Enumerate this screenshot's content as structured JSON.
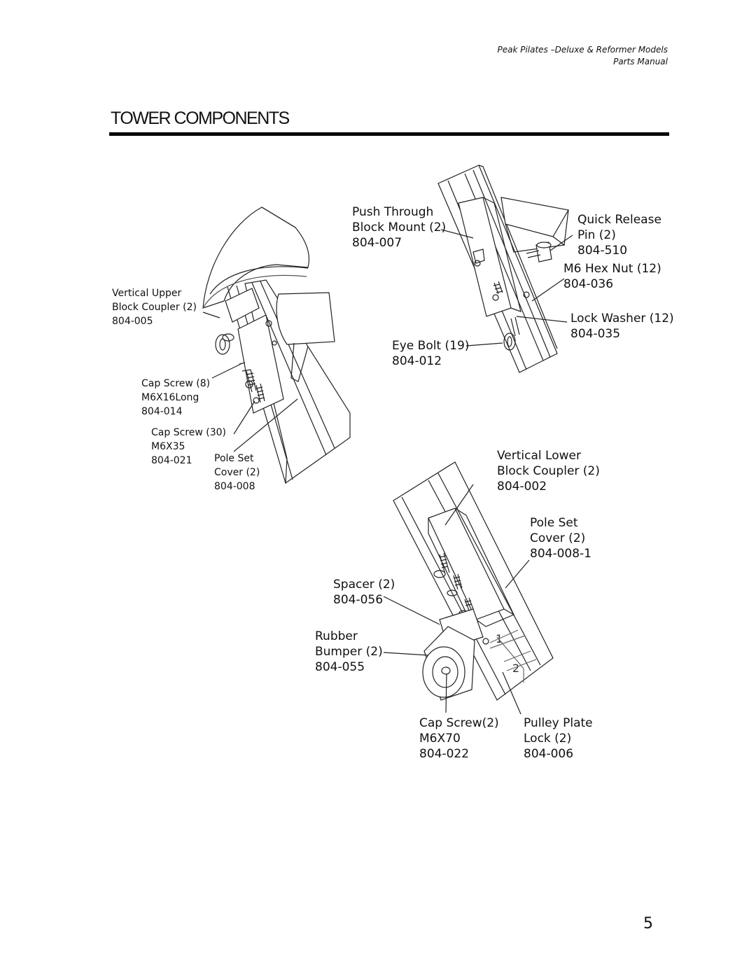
{
  "header": {
    "line1": "Peak Pilates –Deluxe & Reformer Models",
    "line2": "Parts Manual"
  },
  "title": "TOWER COMPONENTS",
  "labels": {
    "vertical_upper": {
      "l1": "Vertical Upper",
      "l2": "Block Coupler (2)",
      "l3": "804-005"
    },
    "cap_screw_8": {
      "l1": "Cap Screw (8)",
      "l2": "M6X16Long",
      "l3": "804-014"
    },
    "cap_screw_30": {
      "l1": "Cap Screw (30)",
      "l2": "M6X35",
      "l3": "804-021"
    },
    "pole_set_cover": {
      "l1": "Pole Set",
      "l2": "Cover (2)",
      "l3": "804-008"
    },
    "push_through": {
      "l1": "Push Through",
      "l2": "Block Mount (2)",
      "l3": "804-007"
    },
    "quick_release": {
      "l1": "Quick Release",
      "l2": "Pin (2)",
      "l3": "804-510"
    },
    "hex_nut": {
      "l1": "M6 Hex Nut (12)",
      "l2": "804-036"
    },
    "lock_washer": {
      "l1": "Lock Washer (12)",
      "l2": "804-035"
    },
    "eye_bolt": {
      "l1": "Eye Bolt (19)",
      "l2": "804-012"
    },
    "vertical_lower": {
      "l1": "Vertical Lower",
      "l2": "Block Coupler (2)",
      "l3": "804-002"
    },
    "pole_set_cover_1": {
      "l1": "Pole Set",
      "l2": "Cover (2)",
      "l3": "804-008-1"
    },
    "spacer": {
      "l1": "Spacer (2)",
      "l2": "804-056"
    },
    "rubber_bumper": {
      "l1": "Rubber",
      "l2": "Bumper (2)",
      "l3": "804-055"
    },
    "cap_screw_2": {
      "l1": "Cap Screw(2)",
      "l2": "M6X70",
      "l3": "804-022"
    },
    "pulley_plate": {
      "l1": "Pulley Plate",
      "l2": "Lock (2)",
      "l3": "804-006"
    }
  },
  "page_number": "5"
}
